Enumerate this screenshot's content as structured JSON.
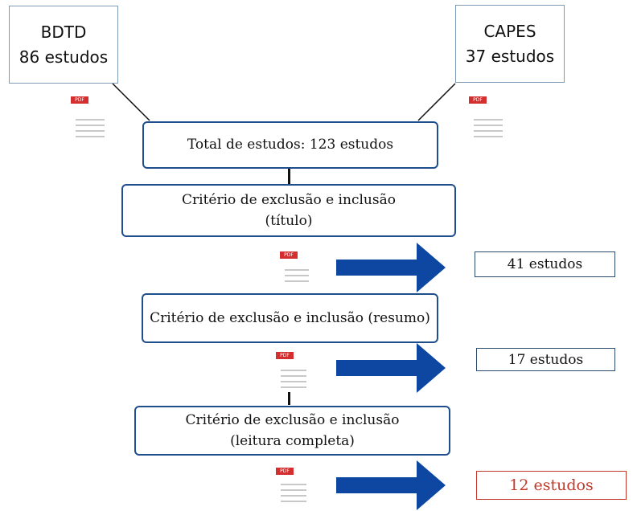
{
  "sources": {
    "bdtd": {
      "name": "BDTD",
      "count": "86 estudos"
    },
    "capes": {
      "name": "CAPES",
      "count": "37 estudos"
    }
  },
  "pdf_label": "PDF",
  "total": "Total de estudos: 123 estudos",
  "step1": {
    "line1": "Critério de exclusão e inclusão",
    "line2": "(título)"
  },
  "step2": {
    "line1": "Critério de exclusão e inclusão (resumo)"
  },
  "step3": {
    "line1": "Critério de exclusão e inclusão",
    "line2": "(leitura completa)"
  },
  "results": {
    "r1": "41 estudos",
    "r2": "17 estudos",
    "r3": "12 estudos"
  },
  "colors": {
    "box_border": "#1f4e8c",
    "arrow": "#0d47a1",
    "final_result": "#c0392b",
    "pdf_tag": "#d32f2f"
  }
}
